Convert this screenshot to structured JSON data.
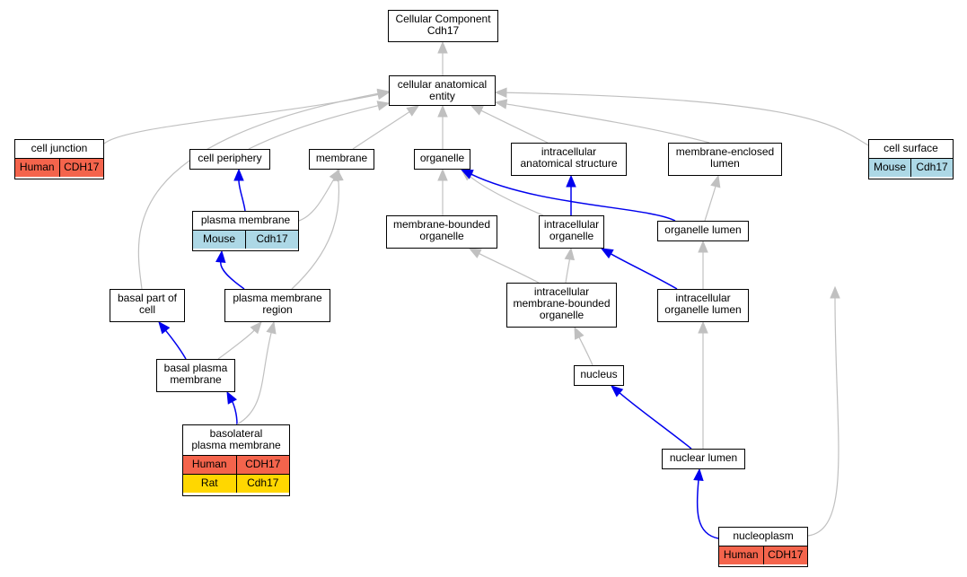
{
  "colors": {
    "gray_edge": "#c0c0c0",
    "blue_edge": "#0000ee",
    "human": "#f4644c",
    "mouse": "#add8e6",
    "rat": "#ffd700"
  },
  "nodes": {
    "root": {
      "label": "Cellular Component\nCdh17"
    },
    "cae": {
      "label": "cellular anatomical\nentity"
    },
    "cell_junction": {
      "label": "cell junction",
      "annotations": [
        {
          "species": "Human",
          "gene": "CDH17",
          "color": "#f4644c"
        }
      ]
    },
    "cell_periphery": {
      "label": "cell periphery"
    },
    "membrane": {
      "label": "membrane"
    },
    "organelle": {
      "label": "organelle"
    },
    "ias": {
      "label": "intracellular\nanatomical structure"
    },
    "mel": {
      "label": "membrane-enclosed\nlumen"
    },
    "cell_surface": {
      "label": "cell surface",
      "annotations": [
        {
          "species": "Mouse",
          "gene": "Cdh17",
          "color": "#add8e6"
        }
      ]
    },
    "plasma_membrane": {
      "label": "plasma membrane",
      "annotations": [
        {
          "species": "Mouse",
          "gene": "Cdh17",
          "color": "#add8e6"
        }
      ]
    },
    "mbo": {
      "label": "membrane-bounded\norganelle"
    },
    "io": {
      "label": "intracellular\norganelle"
    },
    "ol": {
      "label": "organelle lumen"
    },
    "bpc": {
      "label": "basal part of\ncell"
    },
    "pmr": {
      "label": "plasma membrane\nregion"
    },
    "imbo": {
      "label": "intracellular\nmembrane-bounded\norganelle"
    },
    "iol": {
      "label": "intracellular\norganelle lumen"
    },
    "bpm": {
      "label": "basal plasma\nmembrane"
    },
    "nucleus": {
      "label": "nucleus"
    },
    "bl": {
      "label": "basolateral\nplasma membrane",
      "annotations": [
        {
          "species": "Human",
          "gene": "CDH17",
          "color": "#f4644c"
        },
        {
          "species": "Rat",
          "gene": "Cdh17",
          "color": "#ffd700"
        }
      ]
    },
    "nl": {
      "label": "nuclear lumen"
    },
    "np": {
      "label": "nucleoplasm",
      "annotations": [
        {
          "species": "Human",
          "gene": "CDH17",
          "color": "#f4644c"
        }
      ]
    }
  },
  "edges": [
    {
      "from": "cae",
      "to": "root",
      "kind": "gray"
    },
    {
      "from": "cell_junction",
      "to": "cae",
      "kind": "gray"
    },
    {
      "from": "cell_periphery",
      "to": "cae",
      "kind": "gray"
    },
    {
      "from": "membrane",
      "to": "cae",
      "kind": "gray"
    },
    {
      "from": "organelle",
      "to": "cae",
      "kind": "gray"
    },
    {
      "from": "ias",
      "to": "cae",
      "kind": "gray"
    },
    {
      "from": "mel",
      "to": "cae",
      "kind": "gray"
    },
    {
      "from": "cell_surface",
      "to": "cae",
      "kind": "gray"
    },
    {
      "from": "bpc",
      "to": "cae",
      "kind": "gray"
    },
    {
      "from": "np",
      "to": "cae",
      "kind": "gray"
    },
    {
      "from": "plasma_membrane",
      "to": "cell_periphery",
      "kind": "blue"
    },
    {
      "from": "plasma_membrane",
      "to": "membrane",
      "kind": "gray"
    },
    {
      "from": "pmr",
      "to": "membrane",
      "kind": "gray"
    },
    {
      "from": "mbo",
      "to": "organelle",
      "kind": "gray"
    },
    {
      "from": "io",
      "to": "organelle",
      "kind": "gray"
    },
    {
      "from": "io",
      "to": "ias",
      "kind": "blue"
    },
    {
      "from": "ol",
      "to": "organelle",
      "kind": "blue"
    },
    {
      "from": "ol",
      "to": "mel",
      "kind": "gray"
    },
    {
      "from": "pmr",
      "to": "plasma_membrane",
      "kind": "blue"
    },
    {
      "from": "imbo",
      "to": "mbo",
      "kind": "gray"
    },
    {
      "from": "imbo",
      "to": "io",
      "kind": "gray"
    },
    {
      "from": "iol",
      "to": "io",
      "kind": "blue"
    },
    {
      "from": "iol",
      "to": "ol",
      "kind": "gray"
    },
    {
      "from": "bpm",
      "to": "bpc",
      "kind": "blue"
    },
    {
      "from": "bpm",
      "to": "pmr",
      "kind": "gray"
    },
    {
      "from": "nucleus",
      "to": "imbo",
      "kind": "gray"
    },
    {
      "from": "bl",
      "to": "bpm",
      "kind": "blue"
    },
    {
      "from": "bl",
      "to": "pmr",
      "kind": "gray"
    },
    {
      "from": "nl",
      "to": "nucleus",
      "kind": "blue"
    },
    {
      "from": "nl",
      "to": "iol",
      "kind": "gray"
    },
    {
      "from": "np",
      "to": "nl",
      "kind": "blue"
    }
  ]
}
